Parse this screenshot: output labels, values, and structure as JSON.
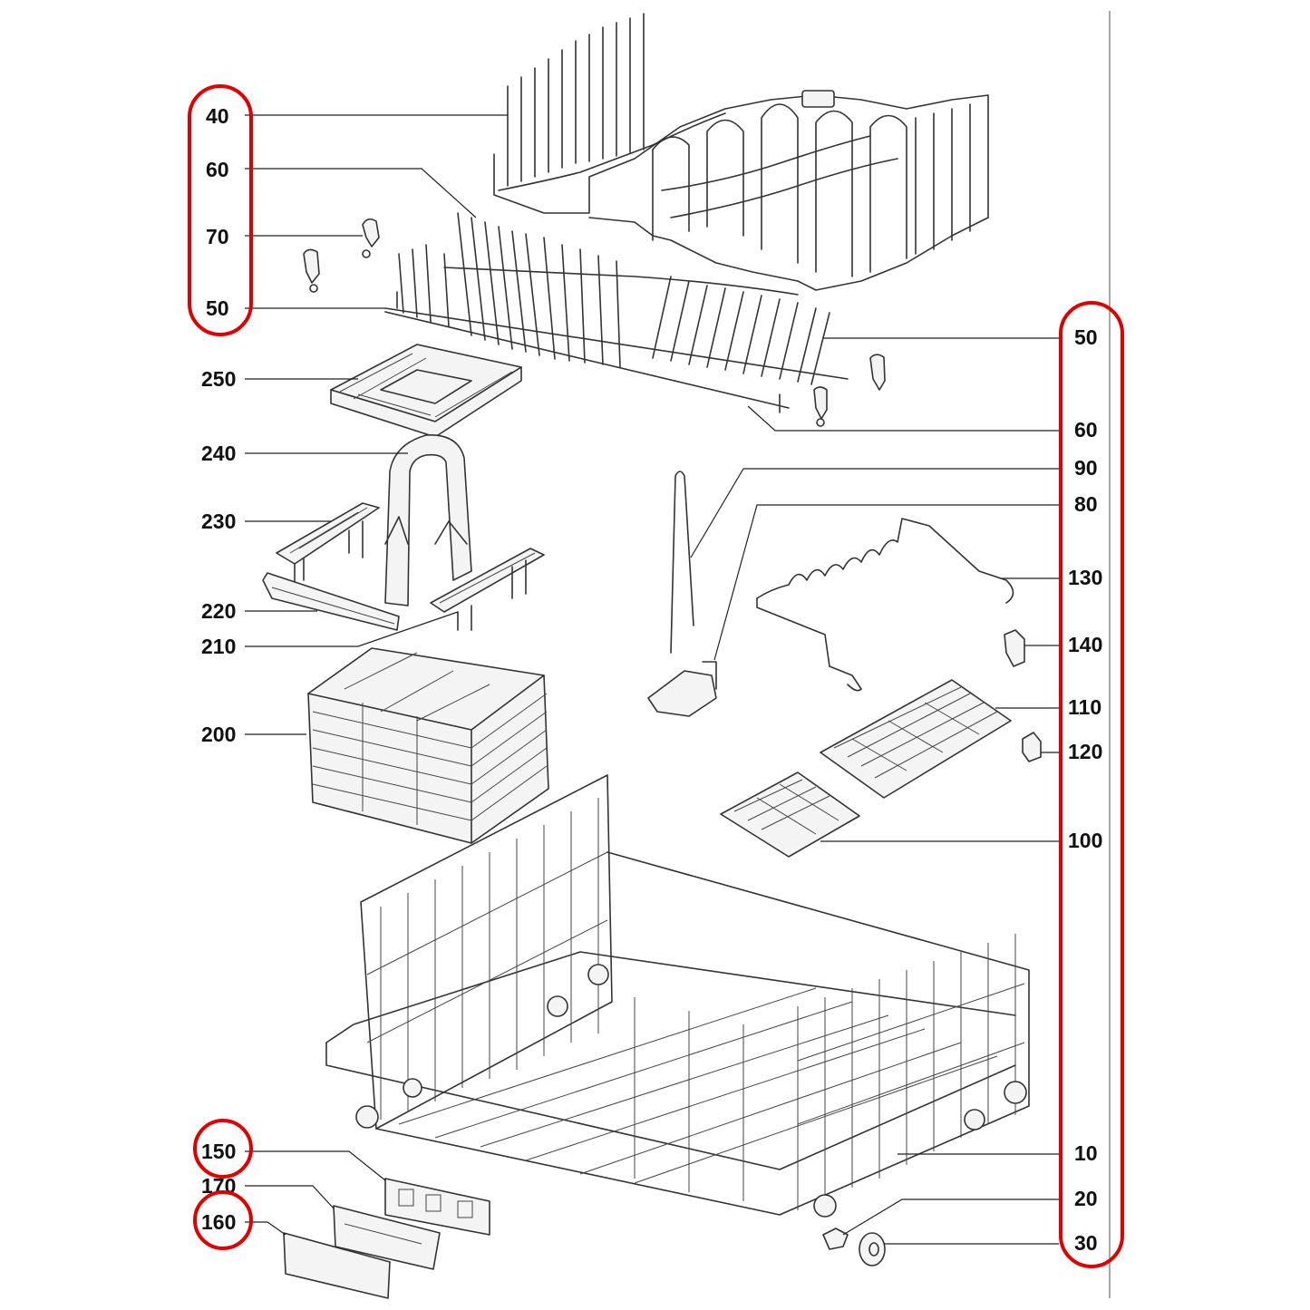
{
  "colors": {
    "highlight": "#e00000",
    "line": "#222222",
    "background": "#ffffff"
  },
  "labels": {
    "l40": "40",
    "l60a": "60",
    "l70": "70",
    "l50a": "50",
    "l250": "250",
    "l240": "240",
    "l230": "230",
    "l220": "220",
    "l210": "210",
    "l200": "200",
    "l150": "150",
    "l170": "170",
    "l160": "160",
    "r50": "50",
    "r60": "60",
    "r90": "90",
    "r80": "80",
    "r130": "130",
    "r140": "140",
    "r110": "110",
    "r120": "120",
    "r100": "100",
    "r10": "10",
    "r20": "20",
    "r30": "30"
  },
  "highlighted_groups": [
    "left-top: 40, 60, 70, 50",
    "right: 50 to 30",
    "150",
    "160"
  ]
}
